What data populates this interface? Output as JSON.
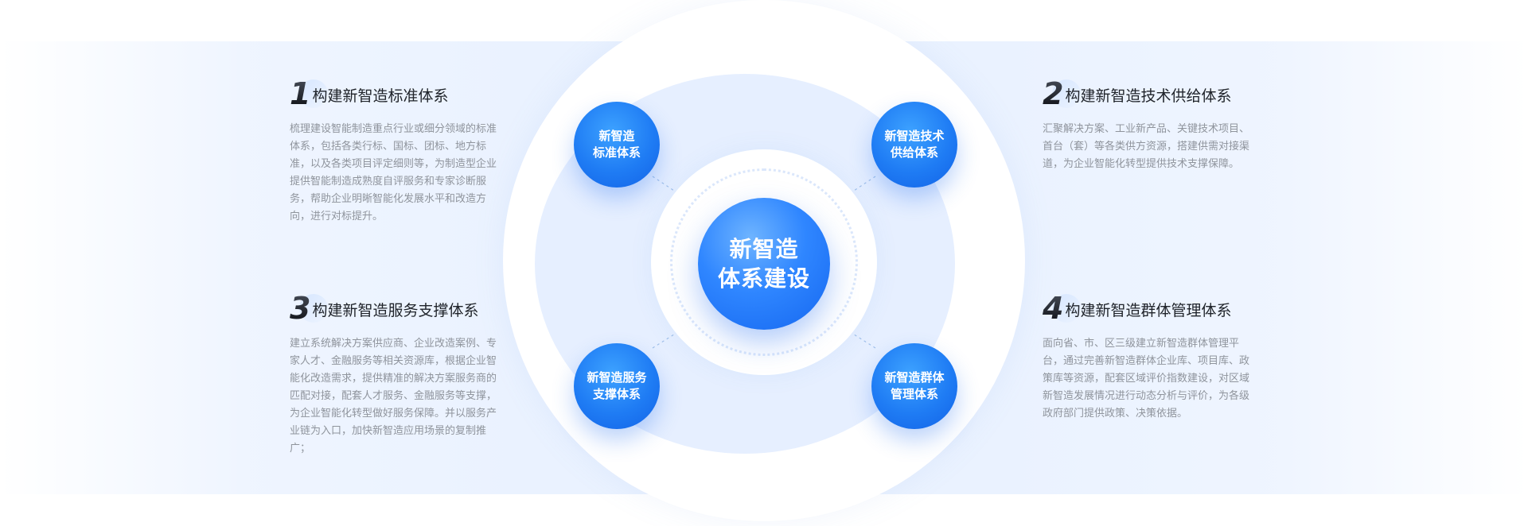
{
  "center": {
    "line1": "新智造",
    "line2": "体系建设"
  },
  "nodes": [
    {
      "line1": "新智造",
      "line2": "标准体系"
    },
    {
      "line1": "新智造技术",
      "line2": "供给体系"
    },
    {
      "line1": "新智造服务",
      "line2": "支撑体系"
    },
    {
      "line1": "新智造群体",
      "line2": "管理体系"
    }
  ],
  "blocks": [
    {
      "number": "1",
      "title": "构建新智造标准体系",
      "description": "梳理建设智能制造重点行业或细分领域的标准体系，包括各类行标、国标、团标、地方标准，以及各类项目评定细则等，为制造型企业提供智能制造成熟度自评服务和专家诊断服务，帮助企业明晰智能化发展水平和改造方向，进行对标提升。"
    },
    {
      "number": "2",
      "title": "构建新智造技术供给体系",
      "description": "汇聚解决方案、工业新产品、关键技术项目、首台（套）等各类供方资源，搭建供需对接渠道，为企业智能化转型提供技术支撑保障。"
    },
    {
      "number": "3",
      "title": "构建新智造服务支撑体系",
      "description": "建立系统解决方案供应商、企业改造案例、专家人才、金融服务等相关资源库，根据企业智能化改造需求，提供精准的解决方案服务商的匹配对接，配套人才服务、金融服务等支撑，为企业智能化转型做好服务保障。并以服务产业链为入口，加快新智造应用场景的复制推广；"
    },
    {
      "number": "4",
      "title": "构建新智造群体管理体系",
      "description": "面向省、市、区三级建立新智造群体管理平台，通过完善新智造群体企业库、项目库、政策库等资源，配套区域评价指数建设，对区域新智造发展情况进行动态分析与评价，为各级政府部门提供政策、决策依据。"
    }
  ],
  "colors": {
    "accent": "#1f7cf4",
    "title_text": "#1f2329",
    "desc_text": "#8f949c",
    "band": "#eaf2ff"
  }
}
